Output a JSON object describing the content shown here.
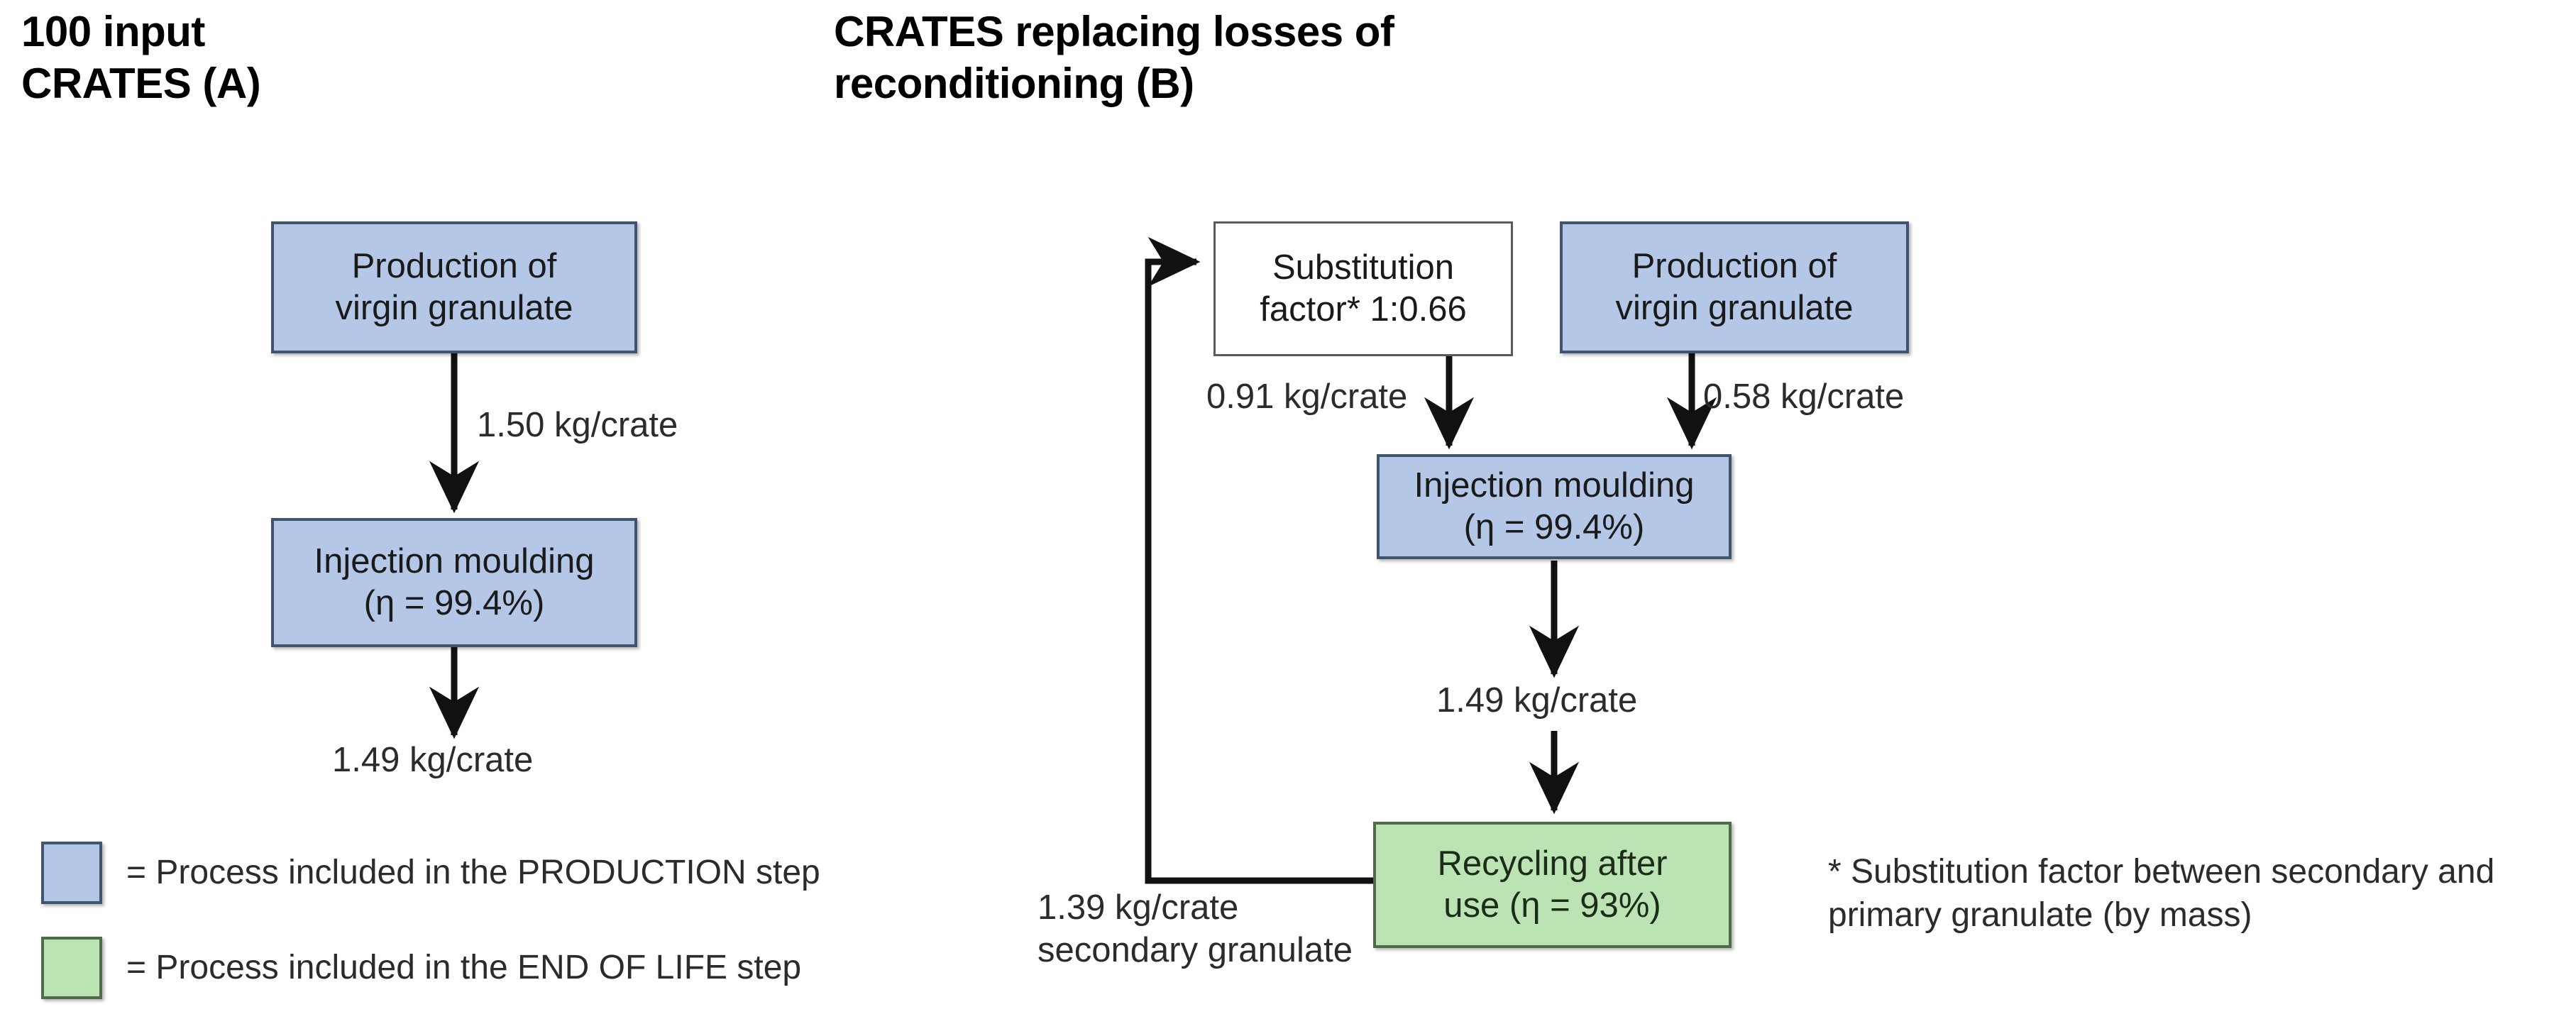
{
  "panels": {
    "a": {
      "heading": "100 input\nCRATES (A)",
      "nodes": {
        "production": "Production of\nvirgin granulate",
        "injection": "Injection moulding\n(η = 99.4%)"
      },
      "flows": {
        "production_to_injection": "1.50 kg/crate",
        "injection_output": "1.49 kg/crate"
      }
    },
    "b": {
      "heading": "CRATES replacing  losses of\nreconditioning (B)",
      "nodes": {
        "substitution": "Substitution\nfactor* 1:0.66",
        "production": "Production of\nvirgin granulate",
        "injection": "Injection moulding\n(η = 99.4%)",
        "recycling": "Recycling after\nuse (η = 93%)"
      },
      "flows": {
        "substitution_to_injection": "0.91 kg/crate",
        "production_to_injection": "0.58 kg/crate",
        "injection_to_recycling": "1.49 kg/crate",
        "recycling_to_substitution": "1.39 kg/crate\nsecondary granulate"
      }
    }
  },
  "legend": {
    "items": [
      {
        "swatch_color": "#b4c7e7",
        "label": "= Process included in the PRODUCTION step"
      },
      {
        "swatch_color": "#bbe3b4",
        "label": "= Process included in the END OF LIFE step"
      }
    ]
  },
  "footnote": {
    "text": "* Substitution factor between secondary and\nprimary granulate (by mass)"
  },
  "colors": {
    "blue_fill": "#b4c7e7",
    "blue_stroke": "#41546e",
    "green_fill": "#bbe3b4",
    "green_stroke": "#4f6b48",
    "white_fill": "#ffffff",
    "white_stroke": "#5a5a5a",
    "wire": "#111111",
    "text": "#1a1a1a"
  },
  "chart_data": {
    "type": "diagram",
    "title": "Mass flow of crate granulate: reference (A) vs. recycling-credit (B) systems",
    "units": "kg/crate",
    "panels": [
      {
        "id": "A",
        "label": "100 input CRATES (A)",
        "nodes": [
          {
            "id": "a-production",
            "label": "Production of virgin granulate",
            "category": "PRODUCTION"
          },
          {
            "id": "a-injection",
            "label": "Injection moulding (η = 99.4%)",
            "category": "PRODUCTION",
            "efficiency_pct": 99.4
          }
        ],
        "edges": [
          {
            "from": "a-production",
            "to": "a-injection",
            "value": 1.5,
            "label": "1.50 kg/crate"
          },
          {
            "from": "a-injection",
            "to": "output",
            "value": 1.49,
            "label": "1.49 kg/crate"
          }
        ]
      },
      {
        "id": "B",
        "label": "CRATES replacing  losses of reconditioning (B)",
        "nodes": [
          {
            "id": "b-substitution",
            "label": "Substitution factor* 1:0.66",
            "category": "NONE",
            "ratio": "1:0.66",
            "factor": 0.66
          },
          {
            "id": "b-production",
            "label": "Production of virgin granulate",
            "category": "PRODUCTION"
          },
          {
            "id": "b-injection",
            "label": "Injection moulding (η = 99.4%)",
            "category": "PRODUCTION",
            "efficiency_pct": 99.4
          },
          {
            "id": "b-recycling",
            "label": "Recycling after use (η = 93%)",
            "category": "END OF LIFE",
            "efficiency_pct": 93
          }
        ],
        "edges": [
          {
            "from": "b-substitution",
            "to": "b-injection",
            "value": 0.91,
            "label": "0.91 kg/crate"
          },
          {
            "from": "b-production",
            "to": "b-injection",
            "value": 0.58,
            "label": "0.58 kg/crate"
          },
          {
            "from": "b-injection",
            "to": "b-recycling",
            "value": 1.49,
            "label": "1.49 kg/crate"
          },
          {
            "from": "b-recycling",
            "to": "b-substitution",
            "value": 1.39,
            "label": "1.39 kg/crate secondary granulate"
          }
        ]
      }
    ]
  }
}
